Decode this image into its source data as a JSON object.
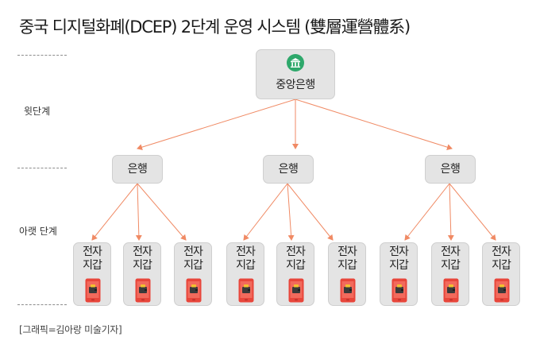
{
  "title": "중국 디지털화폐(DCEP) 2단계 운영 시스템 (雙層運營體系)",
  "levels": {
    "upper": "윗단계",
    "lower": "아랫 단계"
  },
  "central_bank": {
    "label": "중앙은행",
    "icon": "bank-building-icon"
  },
  "banks": [
    {
      "label": "은행"
    },
    {
      "label": "은행"
    },
    {
      "label": "은행"
    }
  ],
  "wallets": [
    {
      "line1": "전자",
      "line2": "지갑"
    },
    {
      "line1": "전자",
      "line2": "지갑"
    },
    {
      "line1": "전자",
      "line2": "지갑"
    },
    {
      "line1": "전자",
      "line2": "지갑"
    },
    {
      "line1": "전자",
      "line2": "지갑"
    },
    {
      "line1": "전자",
      "line2": "지갑"
    },
    {
      "line1": "전자",
      "line2": "지갑"
    },
    {
      "line1": "전자",
      "line2": "지갑"
    },
    {
      "line1": "전자",
      "line2": "지갑"
    }
  ],
  "wallet_icon": "phone-wallet-icon",
  "credit": "[그래픽=김아랑 미술기자]",
  "colors": {
    "arrow": "#f08a64",
    "box": "#e4e4e4",
    "bank_icon": "#2ea86b",
    "phone": "#e8463b"
  }
}
